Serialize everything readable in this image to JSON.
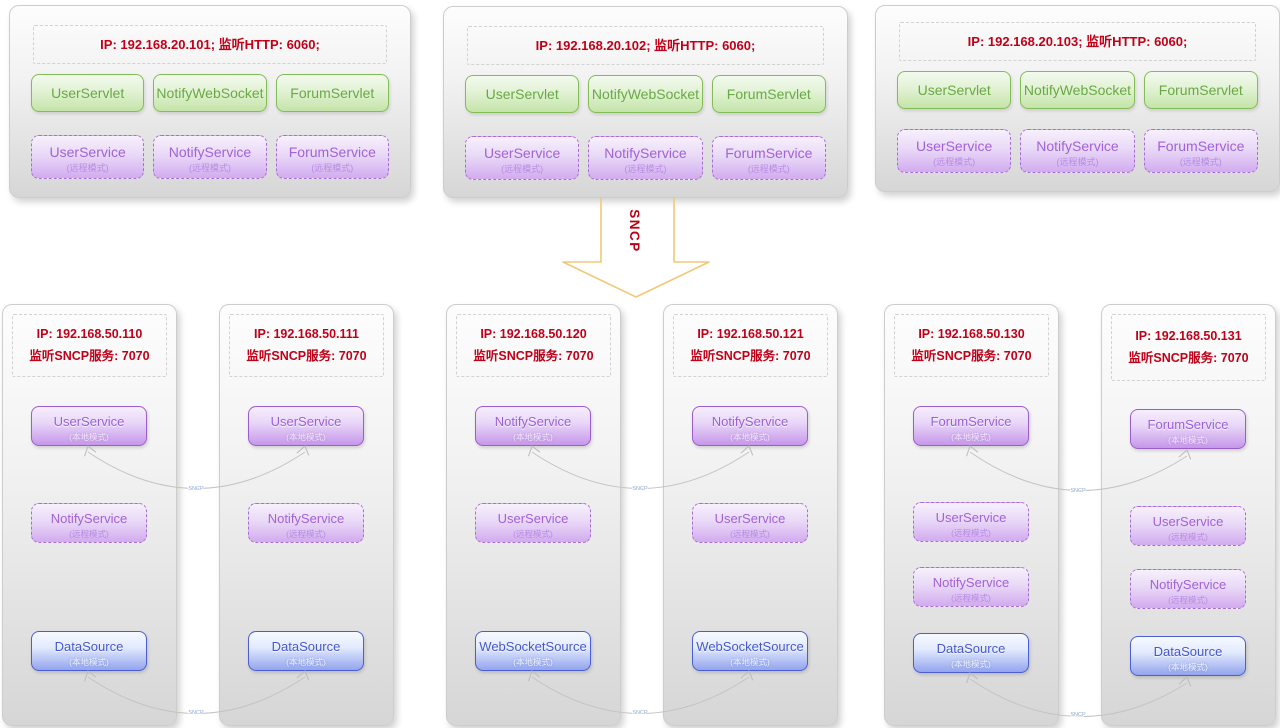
{
  "web_servers": [
    {
      "ip": "IP: 192.168.20.101;  监听HTTP: 6060;",
      "servlets": [
        "UserServlet",
        "NotifyWebSocket",
        "ForumServlet"
      ],
      "services": [
        {
          "name": "UserService",
          "mode": "(远程模式)"
        },
        {
          "name": "NotifyService",
          "mode": "(远程模式)"
        },
        {
          "name": "ForumService",
          "mode": "(远程模式)"
        }
      ]
    },
    {
      "ip": "IP: 192.168.20.102;  监听HTTP: 6060;",
      "servlets": [
        "UserServlet",
        "NotifyWebSocket",
        "ForumServlet"
      ],
      "services": [
        {
          "name": "UserService",
          "mode": "(远程模式)"
        },
        {
          "name": "NotifyService",
          "mode": "(远程模式)"
        },
        {
          "name": "ForumService",
          "mode": "(远程模式)"
        }
      ]
    },
    {
      "ip": "IP: 192.168.20.103;  监听HTTP: 6060;",
      "servlets": [
        "UserServlet",
        "NotifyWebSocket",
        "ForumServlet"
      ],
      "services": [
        {
          "name": "UserService",
          "mode": "(远程模式)"
        },
        {
          "name": "NotifyService",
          "mode": "(远程模式)"
        },
        {
          "name": "ForumService",
          "mode": "(远程模式)"
        }
      ]
    }
  ],
  "sncp_arrow": {
    "label": "SNCP"
  },
  "connector_label": "SNCP",
  "service_nodes": [
    {
      "ip1": "IP: 192.168.50.110",
      "ip2": "监听SNCP服务: 7070",
      "services": [
        {
          "name": "UserService",
          "mode": "(本地模式)"
        },
        {
          "name": "NotifyService",
          "mode": "(远程模式)"
        },
        {
          "name": "DataSource",
          "mode": "(本地模式)"
        }
      ]
    },
    {
      "ip1": "IP: 192.168.50.111",
      "ip2": "监听SNCP服务: 7070",
      "services": [
        {
          "name": "UserService",
          "mode": "(本地模式)"
        },
        {
          "name": "NotifyService",
          "mode": "(远程模式)"
        },
        {
          "name": "DataSource",
          "mode": "(本地模式)"
        }
      ]
    },
    {
      "ip1": "IP: 192.168.50.120",
      "ip2": "监听SNCP服务: 7070",
      "services": [
        {
          "name": "NotifyService",
          "mode": "(本地模式)"
        },
        {
          "name": "UserService",
          "mode": "(远程模式)"
        },
        {
          "name": "WebSocketSource",
          "mode": "(本地模式)"
        }
      ]
    },
    {
      "ip1": "IP: 192.168.50.121",
      "ip2": "监听SNCP服务: 7070",
      "services": [
        {
          "name": "NotifyService",
          "mode": "(本地模式)"
        },
        {
          "name": "UserService",
          "mode": "(远程模式)"
        },
        {
          "name": "WebSocketSource",
          "mode": "(本地模式)"
        }
      ]
    },
    {
      "ip1": "IP: 192.168.50.130",
      "ip2": "监听SNCP服务: 7070",
      "services": [
        {
          "name": "ForumService",
          "mode": "(本地模式)"
        },
        {
          "name": "UserService",
          "mode": "(远程模式)"
        },
        {
          "name": "NotifyService",
          "mode": "(远程模式)"
        },
        {
          "name": "DataSource",
          "mode": "(本地模式)"
        }
      ]
    },
    {
      "ip1": "IP: 192.168.50.131",
      "ip2": "监听SNCP服务: 7070",
      "services": [
        {
          "name": "ForumService",
          "mode": "(本地模式)"
        },
        {
          "name": "UserService",
          "mode": "(远程模式)"
        },
        {
          "name": "NotifyService",
          "mode": "(远程模式)"
        },
        {
          "name": "DataSource",
          "mode": "(本地模式)"
        }
      ]
    }
  ],
  "colors": {
    "red_text": "#c00018",
    "green_border": "#82bd57",
    "purple_border": "#a76fd6",
    "blue_border": "#4c5fd0",
    "arrow_stroke": "#f2c878"
  }
}
